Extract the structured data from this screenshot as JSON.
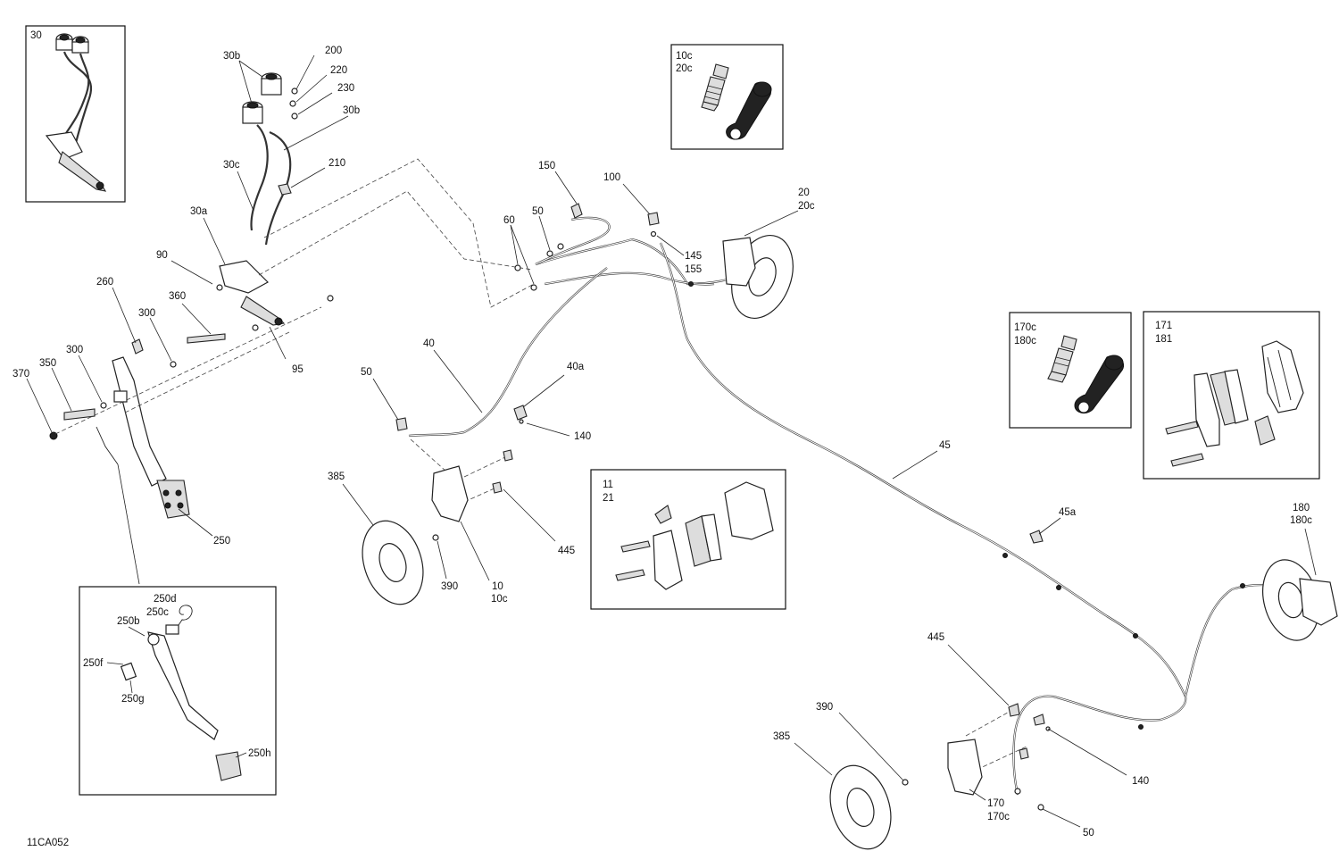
{
  "figure_code": "11CA052",
  "boxes": {
    "master_cylinder_inset": {
      "labels": [
        "30"
      ]
    },
    "bleeder_front": {
      "labels": [
        "10c",
        "20c"
      ]
    },
    "bleeder_rear": {
      "labels": [
        "170c",
        "180c"
      ]
    },
    "rear_pads": {
      "labels": [
        "171",
        "181"
      ]
    },
    "front_pads": {
      "labels": [
        "11",
        "21"
      ]
    },
    "pedal_detail": {
      "labels": [
        "250d",
        "250c",
        "250b",
        "250f",
        "250g",
        "250h"
      ]
    }
  },
  "callouts": {
    "c200": "200",
    "c30b_a": "30b",
    "c220": "220",
    "c230": "230",
    "c30b_b": "30b",
    "c210": "210",
    "c30c": "30c",
    "c30a": "30a",
    "c90": "90",
    "c260": "260",
    "c360": "360",
    "c300_a": "300",
    "c300_b": "300",
    "c350": "350",
    "c370": "370",
    "c95": "95",
    "c250": "250",
    "c150": "150",
    "c100": "100",
    "c60": "60",
    "c50_a": "50",
    "c20": "20",
    "c20c": "20c",
    "c145": "145",
    "c155": "155",
    "c40": "40",
    "c40a": "40a",
    "c50_b": "50",
    "c140_a": "140",
    "c385_a": "385",
    "c390_a": "390",
    "c10": "10",
    "c10c": "10c",
    "c445_a": "445",
    "c45": "45",
    "c45a": "45a",
    "c180": "180",
    "c180c": "180c",
    "c445_b": "445",
    "c390_b": "390",
    "c385_b": "385",
    "c140_b": "140",
    "c170": "170",
    "c170c": "170c",
    "c50_c": "50"
  }
}
